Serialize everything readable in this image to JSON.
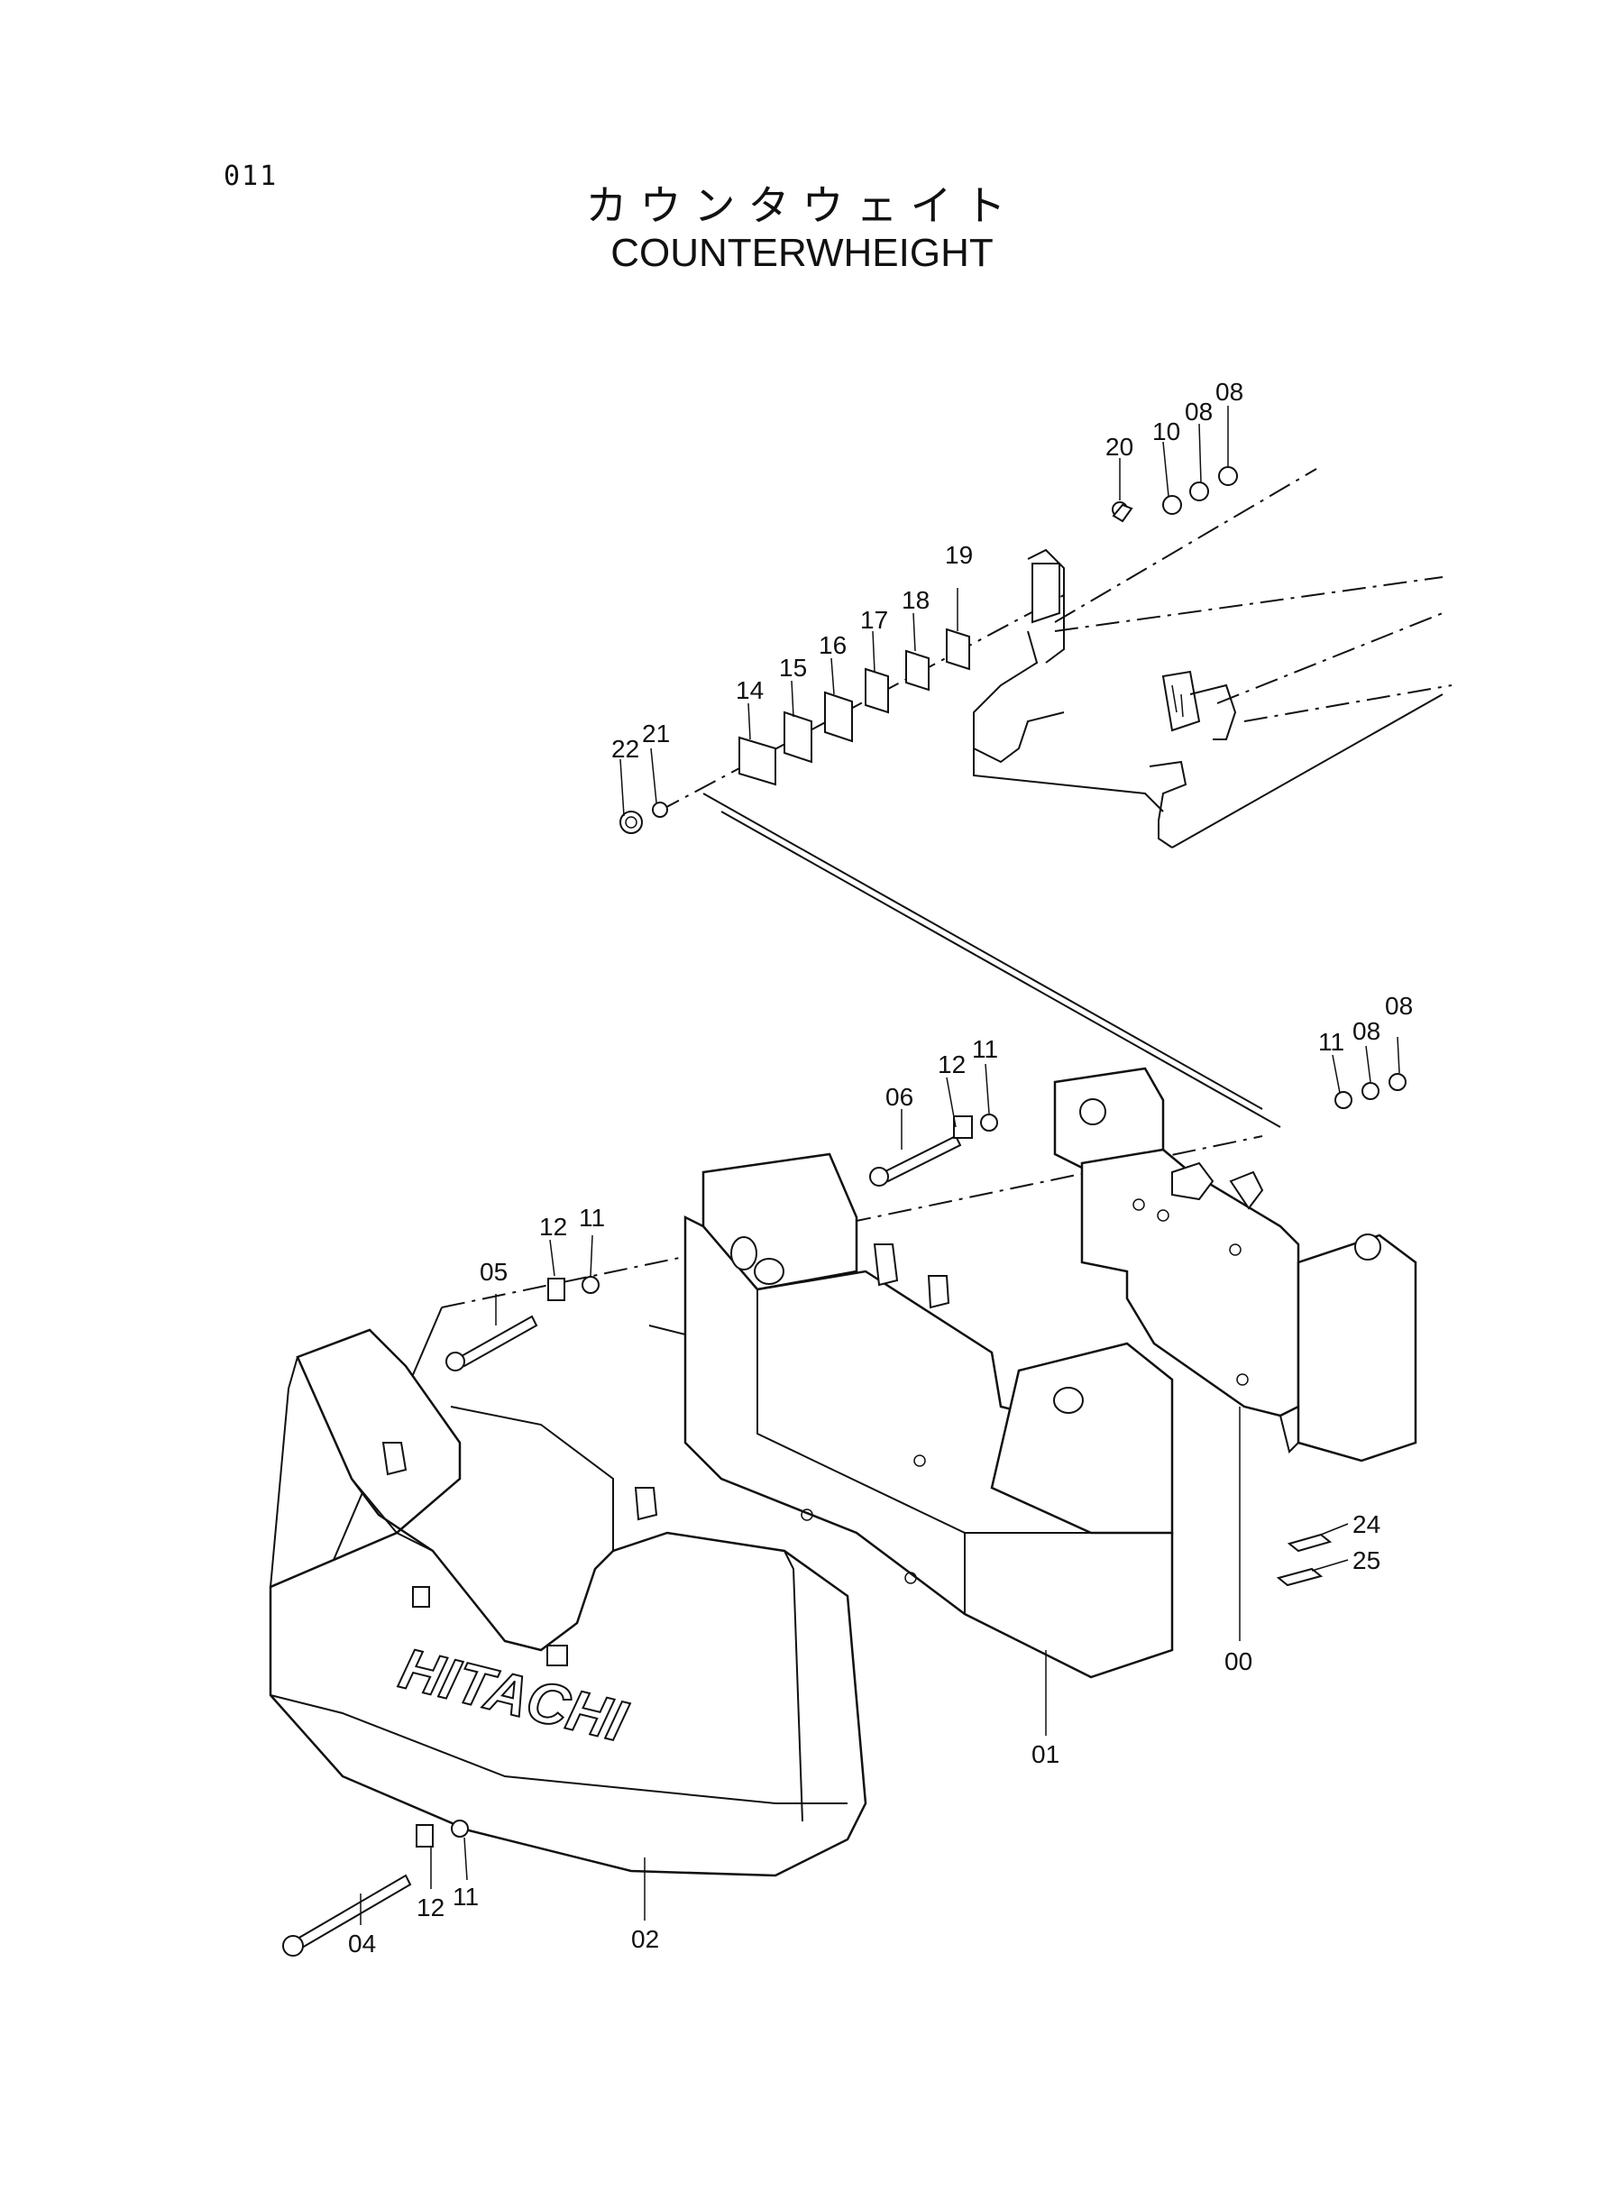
{
  "page_number": "011",
  "title_jp": "カウンタウェイト",
  "title_en": "COUNTERWHEIGHT",
  "labels": {
    "p00": "00",
    "p01": "01",
    "p02": "02",
    "p04": "04",
    "p05": "05",
    "p06": "06",
    "p08a": "08",
    "p08b": "08",
    "p08c": "08",
    "p08d": "08",
    "p10": "10",
    "p11a": "11",
    "p11b": "11",
    "p11c": "11",
    "p11d": "11",
    "p12a": "12",
    "p12b": "12",
    "p12c": "12",
    "p14": "14",
    "p15": "15",
    "p16": "16",
    "p17": "17",
    "p18": "18",
    "p19": "19",
    "p20": "20",
    "p21": "21",
    "p22": "22",
    "p24": "24",
    "p25": "25"
  },
  "logo_text": "HITACHI"
}
